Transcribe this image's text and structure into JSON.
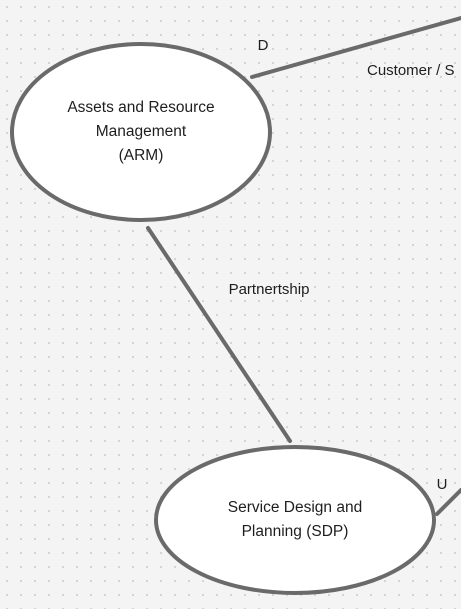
{
  "canvas": {
    "grid": "dotted",
    "background": "#f4f4f4",
    "dot_color": "#cfcfcf"
  },
  "style": {
    "stroke": "#6a6a6a",
    "node_fill": "#ffffff",
    "text_color": "#1e1e1e"
  },
  "nodes": {
    "arm": {
      "label": "Assets and Resource\nManagement\n(ARM)"
    },
    "sdp": {
      "label": "Service Design and\nPlanning (SDP)"
    }
  },
  "edges": {
    "arm_sdp": {
      "label": "Partnertship"
    },
    "arm_customer": {
      "label": "Customer / S",
      "marker": "D"
    },
    "sdp_offscreen": {
      "marker": "U"
    }
  }
}
